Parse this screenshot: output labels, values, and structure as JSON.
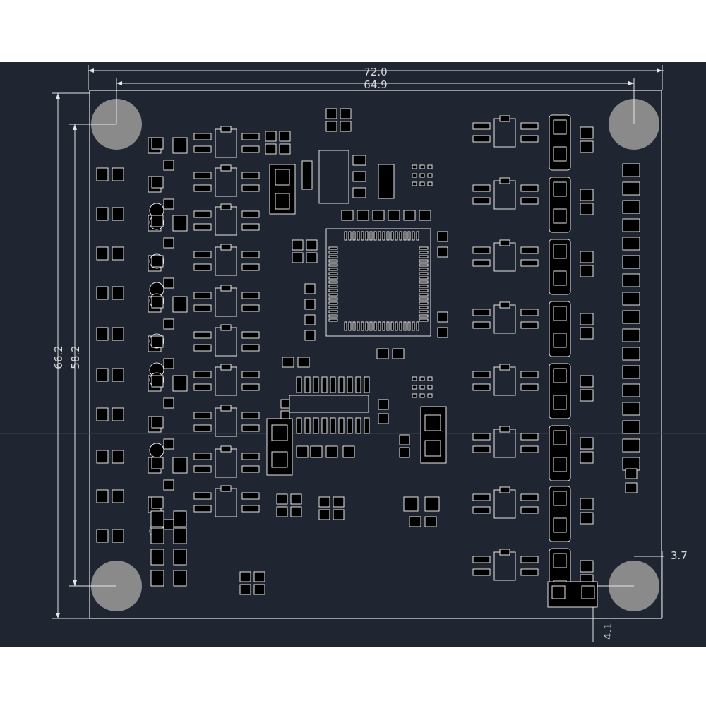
{
  "dimensions": {
    "board_width": "72.0",
    "hole_span_x": "64.9",
    "board_height": "66.2",
    "hole_span_y": "58.2",
    "hole_offset_x": "3.7",
    "hole_offset_y": "4.1"
  },
  "colors": {
    "background": "#1f2631",
    "line": "#e6e6e6",
    "pad": "#000000",
    "hole": "#8a8a8a"
  }
}
